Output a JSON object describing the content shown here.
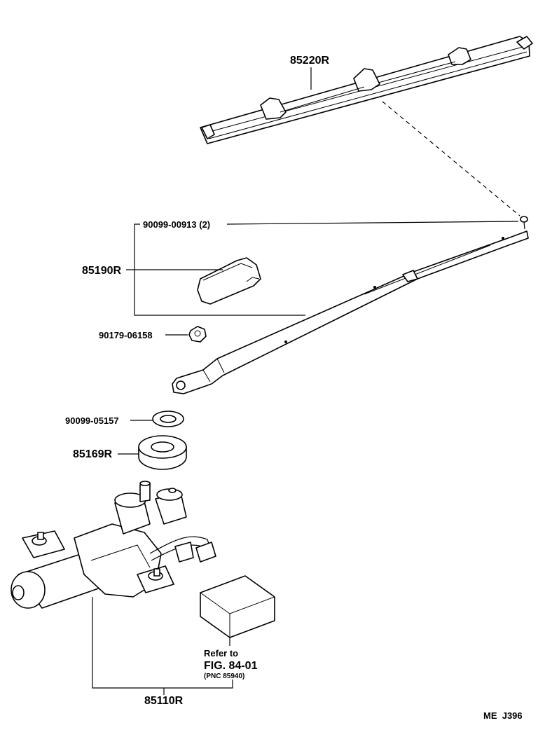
{
  "parts": {
    "blade": "85220R",
    "screw": "90099-00913 (2)",
    "cap": "85190R",
    "nut": "90179-06158",
    "washer": "90099-05157",
    "grommet": "85169R",
    "motor": "85110R"
  },
  "reference": {
    "line1": "Refer to",
    "line2": "FIG. 84-01",
    "line3": "(PNC 85940)"
  },
  "code": "ME  J396"
}
